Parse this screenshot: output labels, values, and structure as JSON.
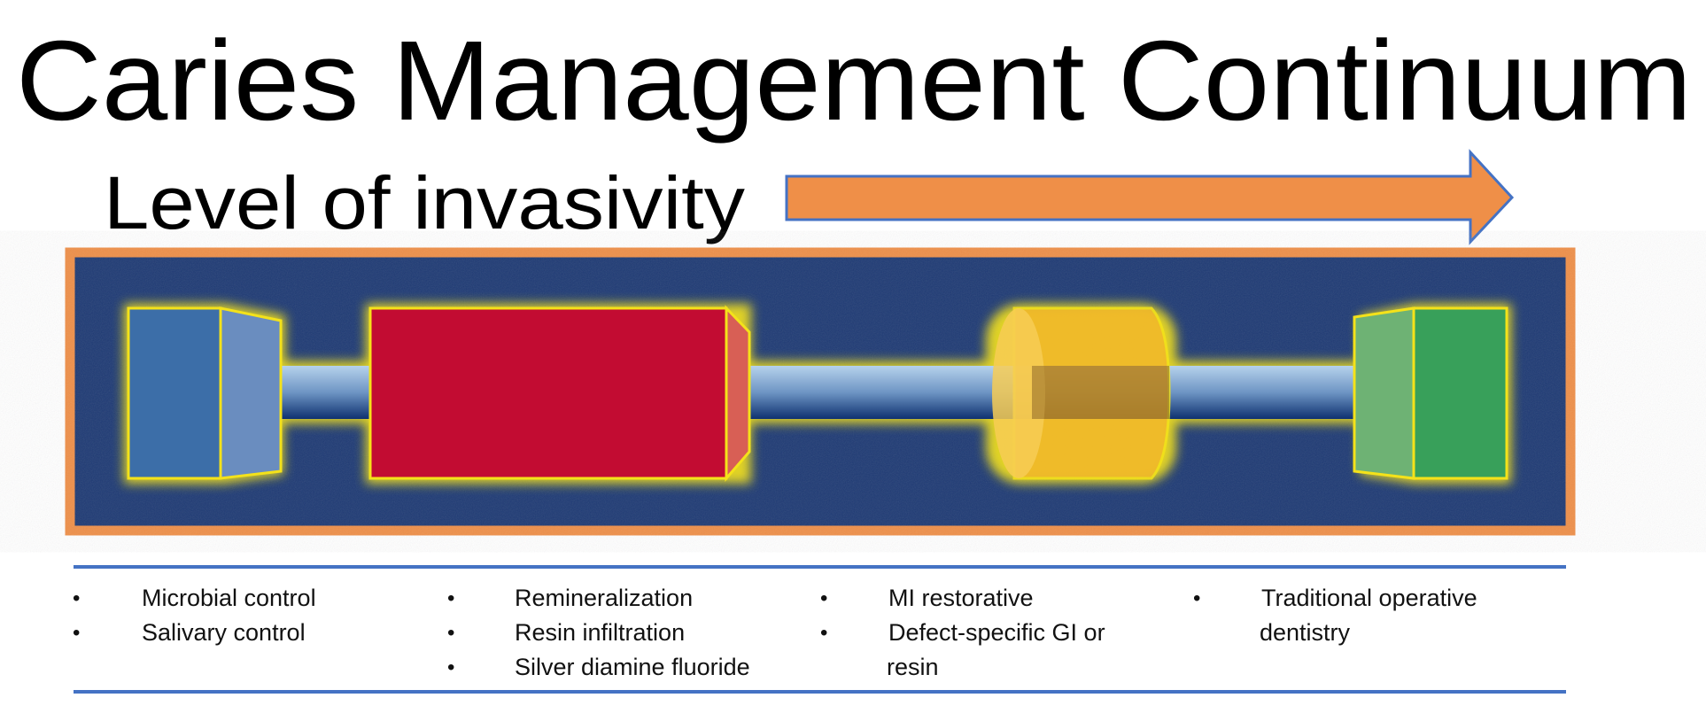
{
  "title": "Caries Management Continuum",
  "subtitle": "Level of invasivity",
  "colors": {
    "arrow": "#EF8F48",
    "arrow_outline": "#4472C4",
    "frame": "#EF8F48",
    "background": "#1E3A74",
    "blue_block": "#3C6EA8",
    "red_block": "#C20C32",
    "yellow_cylinder": "#F2B72A",
    "green_block": "#38A05A",
    "glow": "#F4E21A",
    "divider": "#4472C4"
  },
  "columns": [
    {
      "items": [
        "Microbial control",
        "Salivary control"
      ]
    },
    {
      "items": [
        "Remineralization",
        "Resin infiltration",
        "Silver diamine fluoride"
      ]
    },
    {
      "items": [
        "MI restorative",
        "Defect-specific GI or",
        "resin"
      ],
      "bullets": [
        true,
        true,
        false
      ]
    },
    {
      "items": [
        "Traditional operative",
        "dentistry"
      ],
      "bullets": [
        true,
        false
      ]
    }
  ],
  "bullet_char": "•"
}
